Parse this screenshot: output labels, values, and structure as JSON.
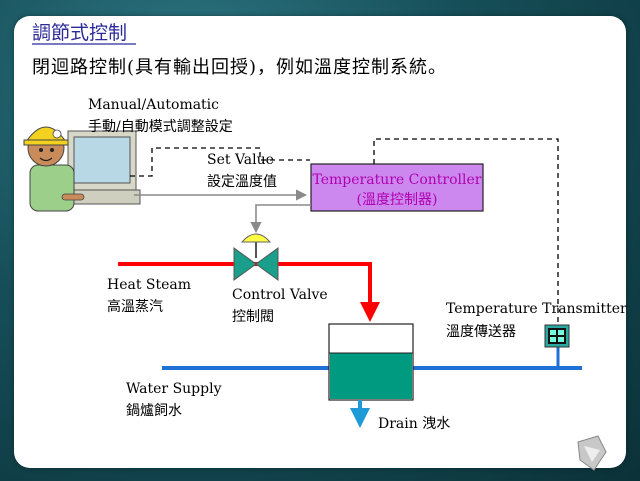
{
  "title": "調節式控制",
  "subtitle": "閉迴路控制(具有輸出回授)，例如溫度控制系統。",
  "labels": {
    "manual_en": "Manual/Automatic",
    "manual_zh": "手動/自動模式調整設定",
    "setvalue_en": "Set Value",
    "setvalue_zh": "設定溫度值",
    "controller_en": "Temperature  Controller",
    "controller_zh": "(溫度控制器)",
    "heat_en": "Heat Steam",
    "heat_zh": "高溫蒸汽",
    "valve_en": "Control Valve",
    "valve_zh": "控制閥",
    "transmitter_en": "Temperature  Transmitter",
    "transmitter_zh": "溫度傳送器",
    "water_en": "Water Supply",
    "water_zh": "鍋爐飼水",
    "drain": "Drain 洩水"
  },
  "colors": {
    "steam": "#ff0000",
    "water": "#1f6fd6",
    "tank_liquid": "#009a80",
    "controller_fill": "#cc88ee",
    "valve_body": "#1aa08a",
    "valve_top": "#ffff44"
  },
  "icons": [
    "operator-at-computer-icon",
    "temperature-transmitter-icon",
    "next-slide-arrow-icon"
  ]
}
